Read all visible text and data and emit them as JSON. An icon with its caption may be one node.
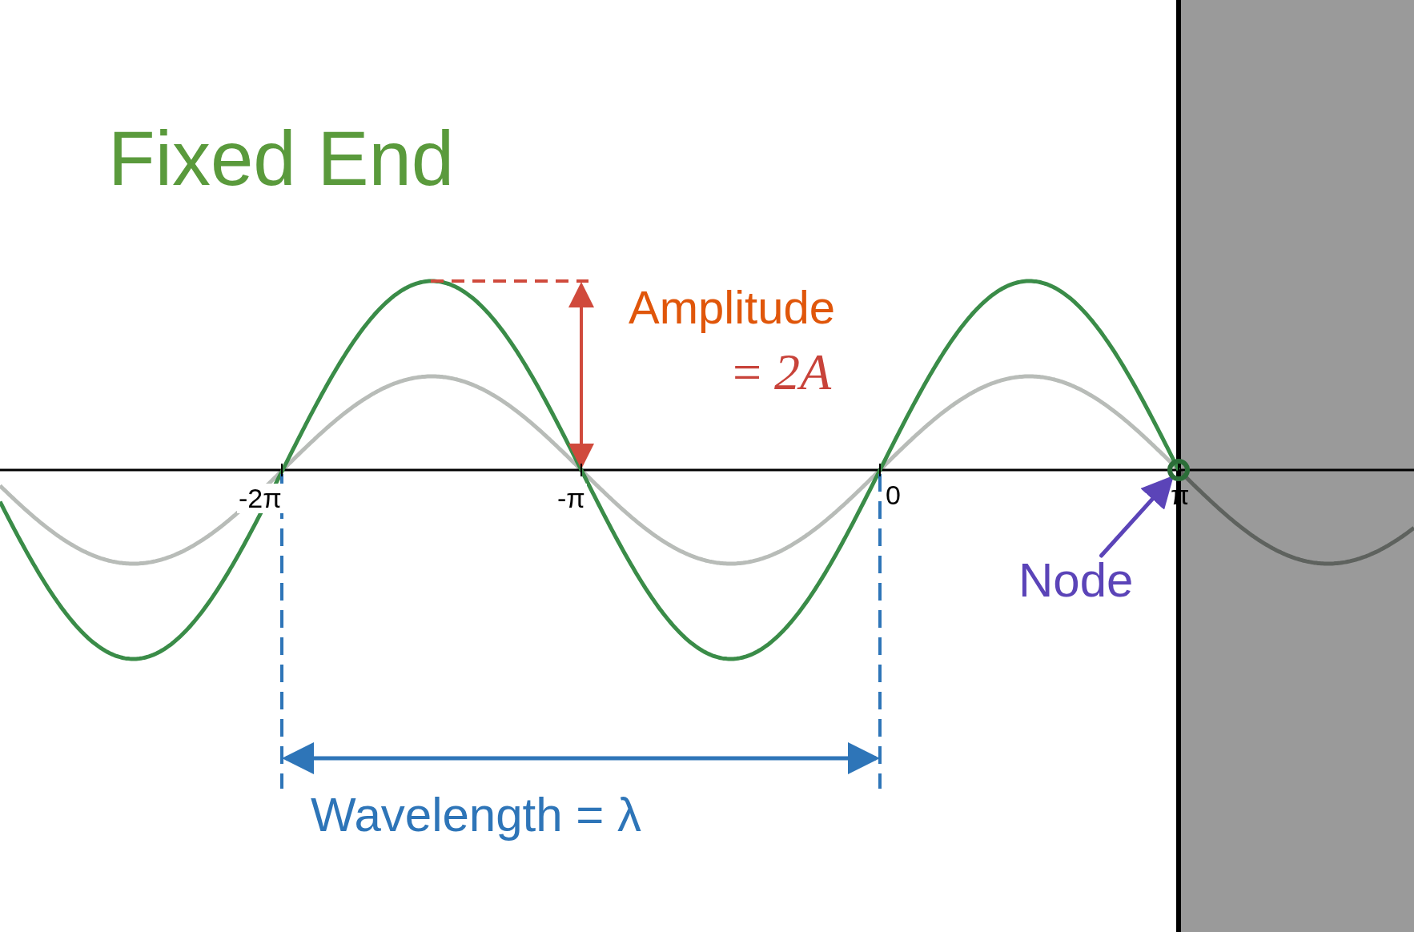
{
  "diagram": {
    "title": "Fixed End",
    "nodes": [
      {
        "text": [
          "Node"
        ]
      },
      {
        "text": [],
        "shape": "circle"
      }
    ],
    "edges": [
      {
        "from": 0,
        "to": 1,
        "arrow": "to"
      }
    ],
    "labels": [
      "Amplitude",
      "= *2A*",
      "-2π",
      "-π",
      "0",
      "π",
      "Wavelength = λ"
    ]
  }
}
